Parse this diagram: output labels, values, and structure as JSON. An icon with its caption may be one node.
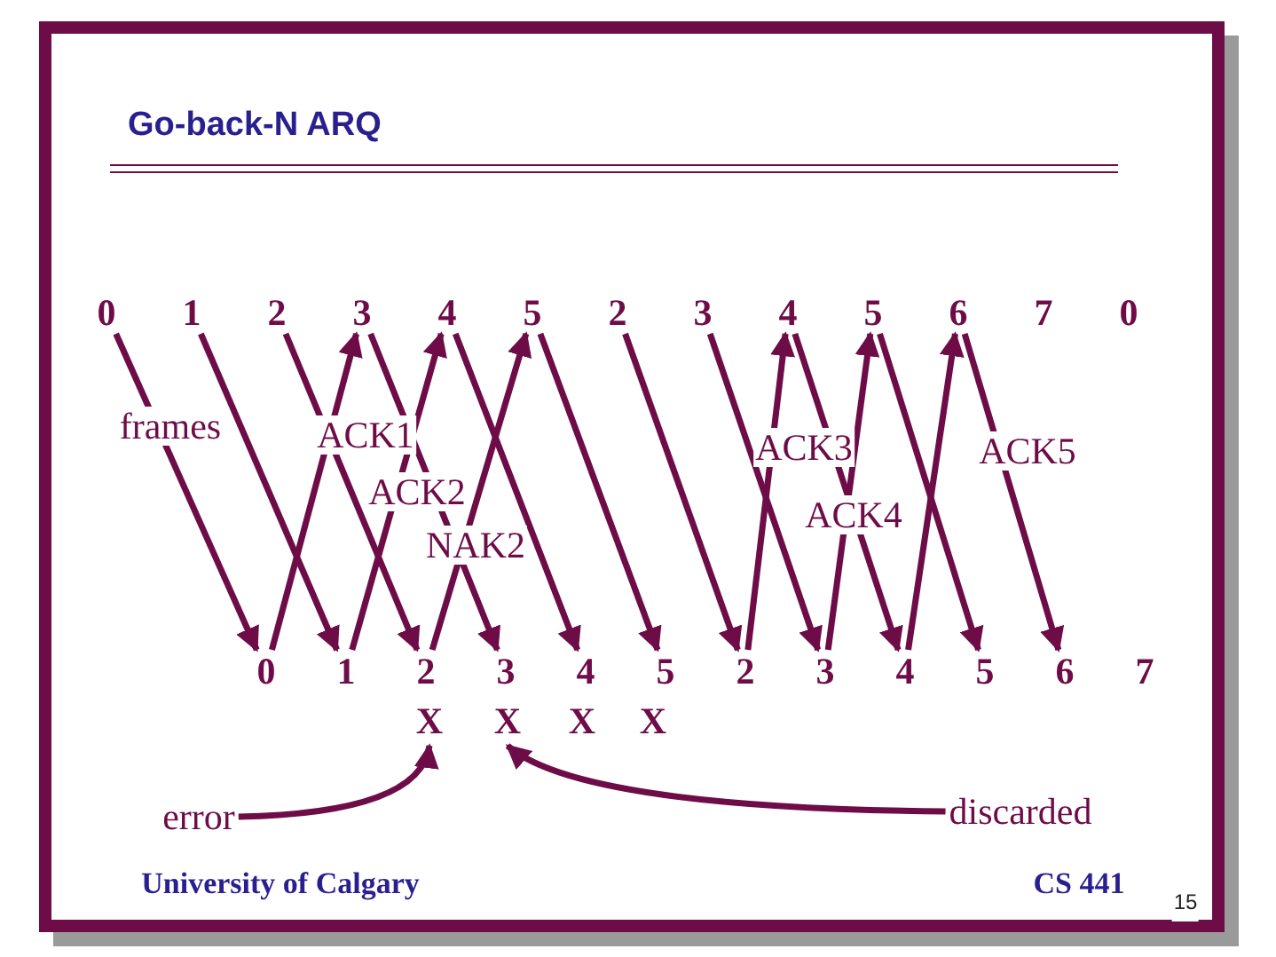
{
  "diagram": {
    "title": "Go-back-N ARQ",
    "nodes": [
      {
        "text": [
          "0"
        ]
      },
      {
        "text": [
          "1"
        ]
      },
      {
        "text": [
          "2"
        ]
      },
      {
        "text": [
          "3"
        ]
      },
      {
        "text": [
          "4"
        ]
      },
      {
        "text": [
          "5"
        ]
      },
      {
        "text": [
          "2"
        ]
      },
      {
        "text": [
          "3"
        ]
      },
      {
        "text": [
          "4"
        ]
      },
      {
        "text": [
          "5"
        ]
      },
      {
        "text": [
          "6"
        ]
      },
      {
        "text": [
          "7"
        ]
      },
      {
        "text": [
          "0"
        ]
      },
      {
        "text": [
          "0"
        ]
      },
      {
        "text": [
          "1"
        ]
      },
      {
        "text": [
          "2"
        ]
      },
      {
        "text": [
          "3"
        ]
      },
      {
        "text": [
          "4"
        ]
      },
      {
        "text": [
          "5"
        ]
      },
      {
        "text": [
          "2"
        ]
      },
      {
        "text": [
          "3"
        ]
      },
      {
        "text": [
          "4"
        ]
      },
      {
        "text": [
          "5"
        ]
      },
      {
        "text": [
          "6"
        ]
      },
      {
        "text": [
          "7"
        ]
      },
      {
        "text": [
          "X"
        ]
      },
      {
        "text": [
          "X"
        ]
      },
      {
        "text": [
          "X"
        ]
      },
      {
        "text": [
          "X"
        ]
      },
      {
        "text": [
          "error"
        ]
      },
      {
        "text": [
          "discarded"
        ]
      }
    ],
    "edges": [
      {
        "from": 0,
        "to": 13,
        "arrow": "to"
      },
      {
        "from": 1,
        "to": 14,
        "arrow": "to"
      },
      {
        "from": 2,
        "to": 15,
        "arrow": "to"
      },
      {
        "from": 3,
        "to": 16,
        "arrow": "to"
      },
      {
        "from": 4,
        "to": 17,
        "arrow": "to"
      },
      {
        "from": 5,
        "to": 18,
        "arrow": "to"
      },
      {
        "from": 6,
        "to": 19,
        "arrow": "to"
      },
      {
        "from": 7,
        "to": 20,
        "arrow": "to"
      },
      {
        "from": 8,
        "to": 21,
        "arrow": "to"
      },
      {
        "from": 9,
        "to": 22,
        "arrow": "to"
      },
      {
        "from": 10,
        "to": 23,
        "arrow": "to"
      },
      {
        "from": 13,
        "to": 3,
        "arrow": "to",
        "label": "ACK1"
      },
      {
        "from": 14,
        "to": 4,
        "arrow": "to",
        "label": "ACK2"
      },
      {
        "from": 15,
        "to": 5,
        "arrow": "to",
        "label": "NAK2"
      },
      {
        "from": 19,
        "to": 8,
        "arrow": "to",
        "label": "ACK3"
      },
      {
        "from": 20,
        "to": 9,
        "arrow": "to",
        "label": "ACK4"
      },
      {
        "from": 21,
        "to": 10,
        "arrow": "to",
        "label": "ACK5"
      },
      {
        "from": 29,
        "to": 25,
        "arrow": "to"
      },
      {
        "from": 30,
        "to": 26,
        "arrow": "to"
      }
    ],
    "labels": [
      "frames",
      "University of Calgary",
      "CS 441",
      "15"
    ]
  }
}
